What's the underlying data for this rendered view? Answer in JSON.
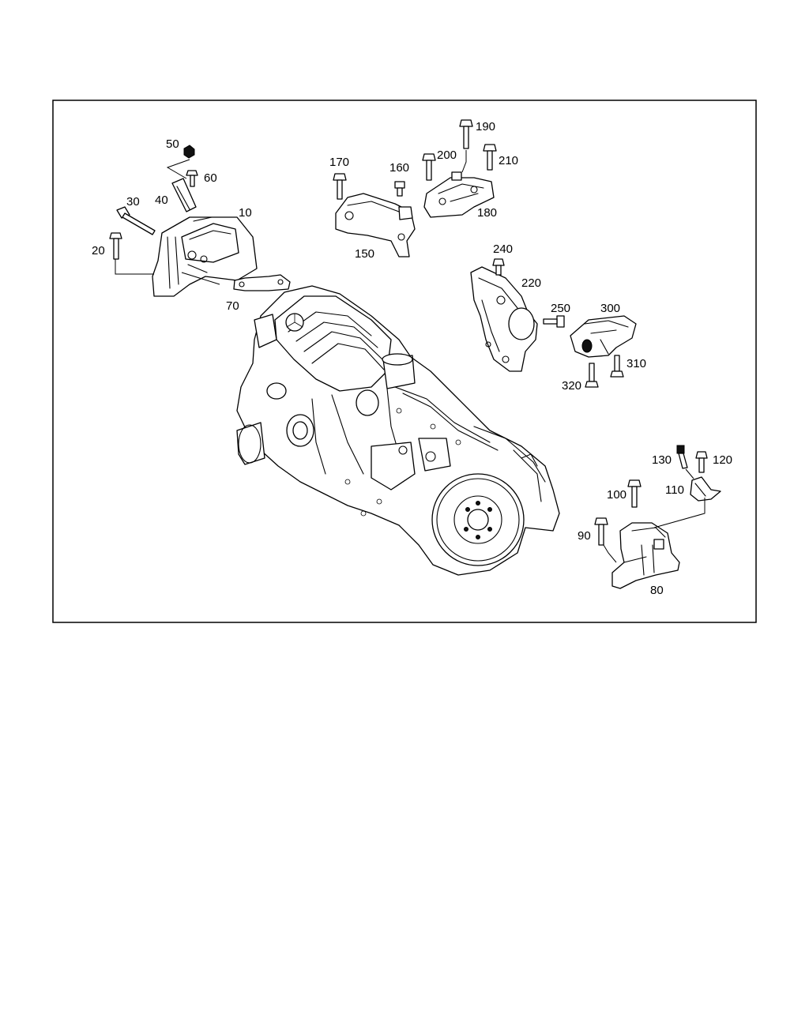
{
  "callouts": {
    "c10": "10",
    "c20": "20",
    "c30": "30",
    "c40": "40",
    "c50": "50",
    "c60": "60",
    "c70": "70",
    "c80": "80",
    "c90": "90",
    "c100": "100",
    "c110": "110",
    "c120": "120",
    "c130": "130",
    "c150": "150",
    "c160": "160",
    "c170": "170",
    "c180": "180",
    "c190": "190",
    "c200": "200",
    "c210": "210",
    "c220": "220",
    "c240": "240",
    "c250": "250",
    "c300": "300",
    "c310": "310",
    "c320": "320"
  }
}
